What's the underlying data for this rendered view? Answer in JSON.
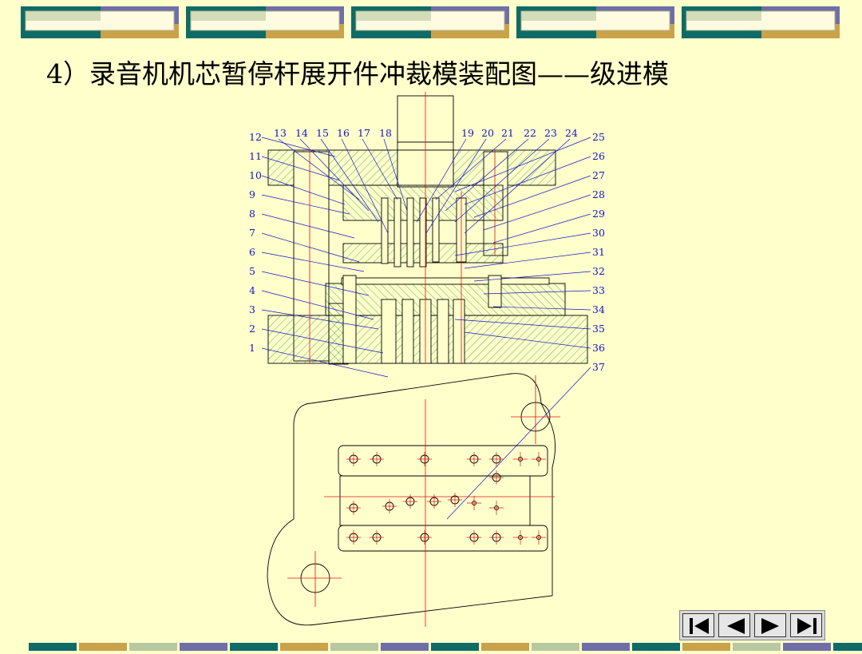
{
  "title": "4）录音机机芯暂停杆展开件冲裁模装配图——级进模",
  "callouts_left": [
    "12",
    "11",
    "10",
    "9",
    "8",
    "7",
    "6",
    "5",
    "4",
    "3",
    "2",
    "1"
  ],
  "callouts_top": [
    "13",
    "14",
    "15",
    "16",
    "17",
    "18",
    "19",
    "20",
    "21",
    "22",
    "23",
    "24"
  ],
  "callouts_right": [
    "25",
    "26",
    "27",
    "28",
    "29",
    "30",
    "31",
    "32",
    "33",
    "34",
    "35",
    "36",
    "37"
  ],
  "nav": [
    "first-icon",
    "prev-icon",
    "next-icon",
    "last-icon"
  ],
  "colors": {
    "background": "#ffffcc",
    "callout": "#1414c8",
    "hatch": "#2aa02a",
    "centerline": "#e01010",
    "bar_teal": "#0e6b67",
    "bar_gold": "#c9a24a",
    "bar_slate": "#6e6ea8",
    "bar_sage": "#b8c8a0"
  }
}
